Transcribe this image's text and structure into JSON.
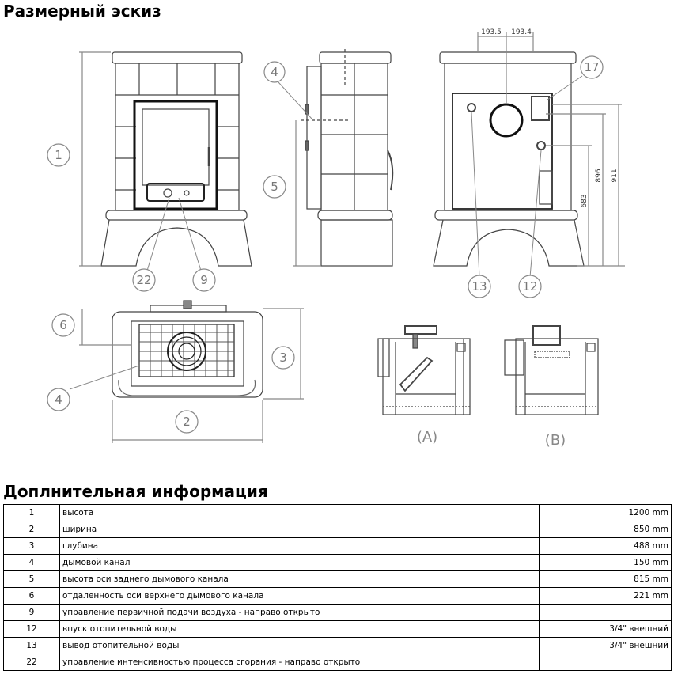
{
  "titles": {
    "sketch": "Размерный эскиз",
    "info": "Доплнительная информация"
  },
  "drawing": {
    "callouts": [
      "1",
      "2",
      "3",
      "4",
      "5",
      "6",
      "9",
      "12",
      "13",
      "17",
      "22"
    ],
    "dimensions": [
      "193.5",
      "193.4",
      "896",
      "911",
      "683"
    ],
    "section_labels": [
      "(A)",
      "(B)"
    ]
  },
  "table": {
    "rows": [
      {
        "no": "1",
        "desc": "высота",
        "value": "1200 mm"
      },
      {
        "no": "2",
        "desc": "ширина",
        "value": "850 mm"
      },
      {
        "no": "3",
        "desc": "глубина",
        "value": "488 mm"
      },
      {
        "no": "4",
        "desc": "дымовой канал",
        "value": "150 mm"
      },
      {
        "no": "5",
        "desc": "высота оси заднего дымового канала",
        "value": "815 mm"
      },
      {
        "no": "6",
        "desc": "отдаленность оси верхнего дымового канала",
        "value": "221 mm"
      },
      {
        "no": "9",
        "desc": "управление первичной подачи воздуха - направо открыто",
        "value": ""
      },
      {
        "no": "12",
        "desc": "впуск отопительной воды",
        "value": "3/4\" внешний"
      },
      {
        "no": "13",
        "desc": "вывод отопительной воды",
        "value": "3/4\" внешний"
      },
      {
        "no": "22",
        "desc": "управление интенсивностью процесса сгорания - направо открыто",
        "value": ""
      }
    ]
  }
}
